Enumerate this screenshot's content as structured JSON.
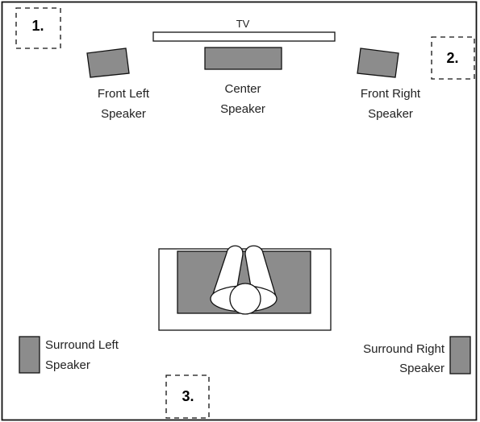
{
  "colors": {
    "speaker_fill": "#8c8c8c",
    "outline": "#111111",
    "background": "#ffffff"
  },
  "tv": {
    "label": "TV"
  },
  "speakers": {
    "front_left": {
      "line1": "Front Left",
      "line2": "Speaker"
    },
    "center": {
      "line1": "Center",
      "line2": "Speaker"
    },
    "front_right": {
      "line1": "Front Right",
      "line2": "Speaker"
    },
    "surround_left": {
      "line1": "Surround Left",
      "line2": "Speaker"
    },
    "surround_right": {
      "line1": "Surround Right",
      "line2": "Speaker"
    }
  },
  "positions": [
    {
      "label": "1."
    },
    {
      "label": "2."
    },
    {
      "label": "3."
    }
  ]
}
